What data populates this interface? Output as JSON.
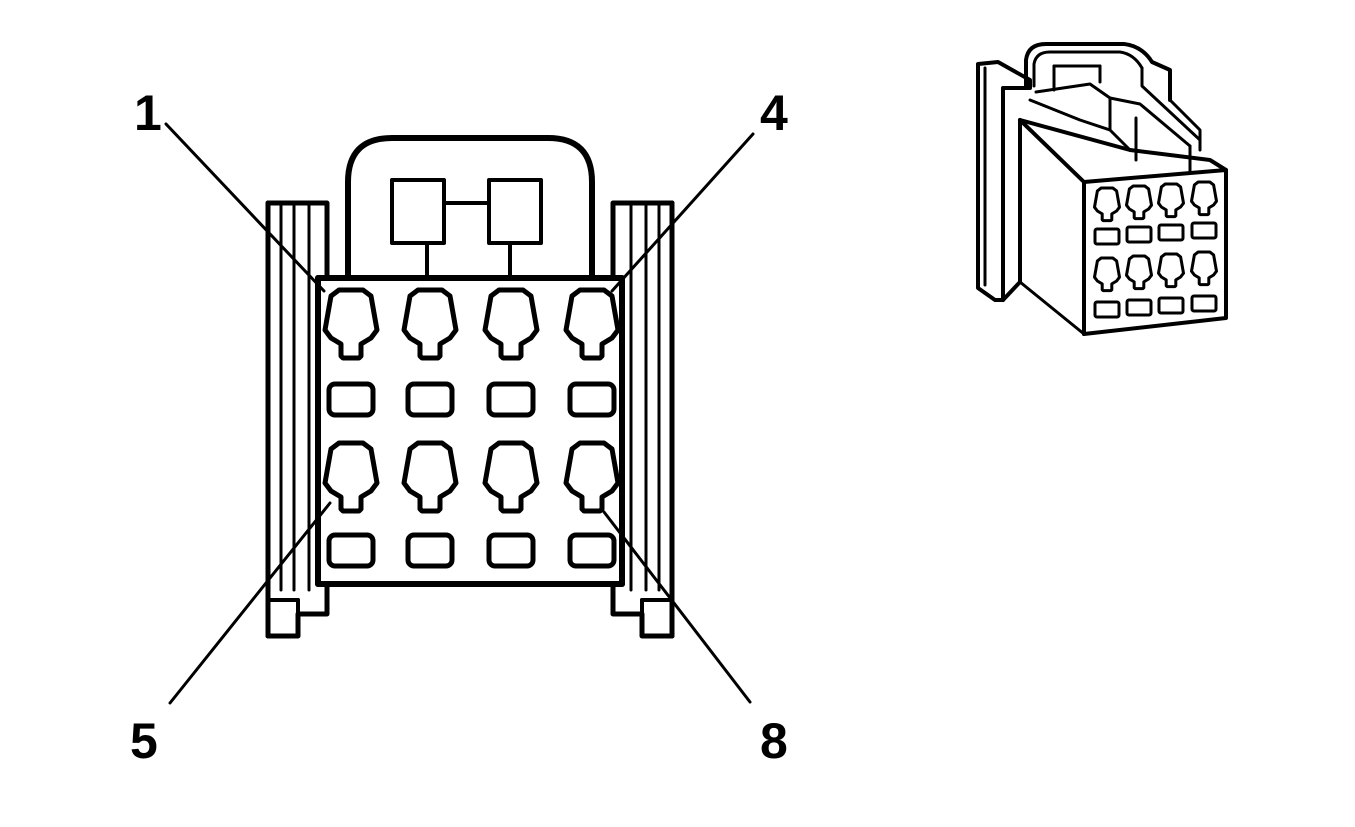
{
  "diagram": {
    "connector_cavity_labels": [
      "1",
      "4",
      "5",
      "8"
    ],
    "colors": {
      "line": "#000000",
      "background": "#ffffff"
    }
  }
}
